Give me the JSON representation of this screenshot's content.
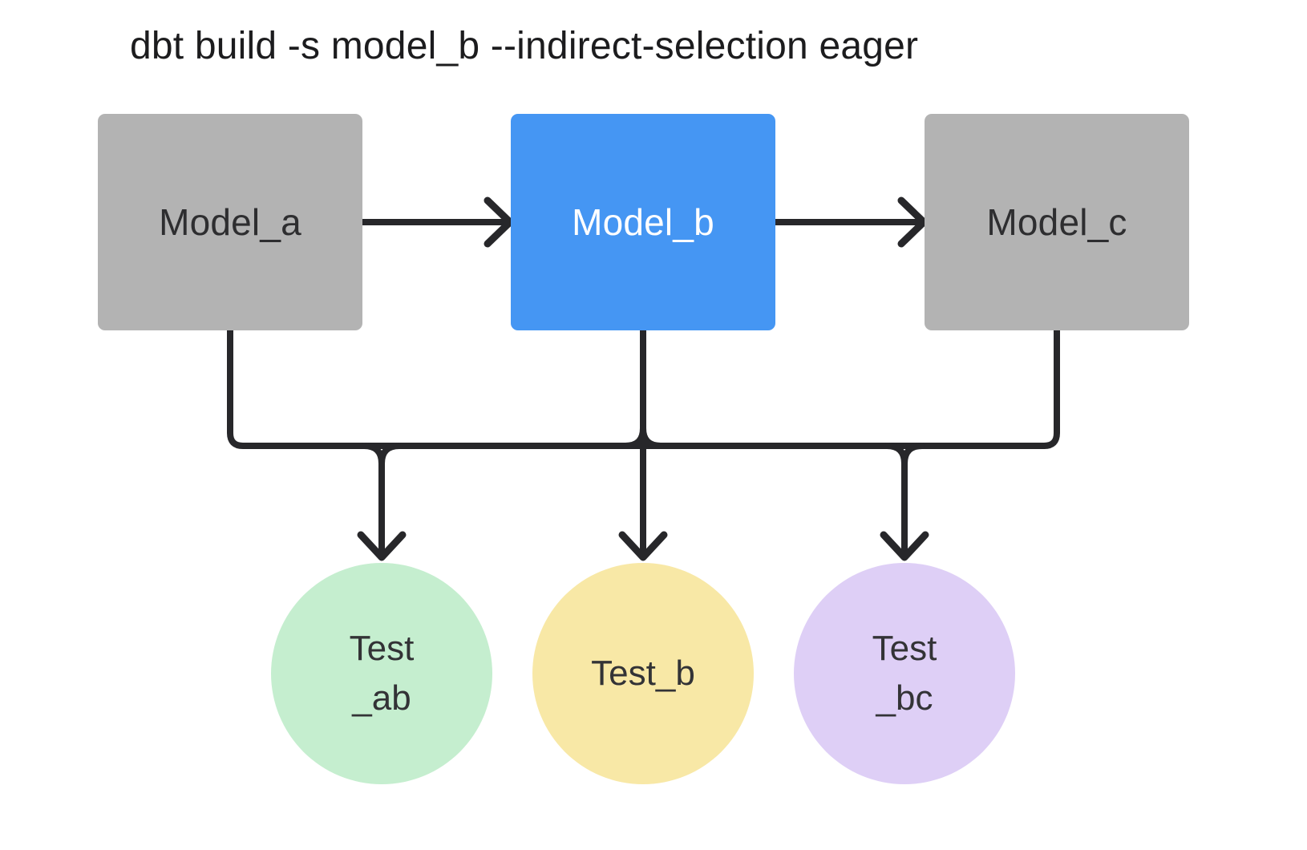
{
  "title": "dbt build -s model_b --indirect-selection eager",
  "colors": {
    "bg": "#ffffff",
    "title_text": "#1c1c1e",
    "line": "#27272a",
    "model_gray": "#b3b3b3",
    "model_gray_text": "#2e2e30",
    "model_blue": "#4596f3",
    "model_blue_text": "#ffffff",
    "test_green": "#c5eecf",
    "test_yellow": "#f8e8a6",
    "test_purple": "#decff6",
    "test_text": "#333336"
  },
  "models": [
    {
      "id": "model-a",
      "label": "Model_a",
      "variant": "gray"
    },
    {
      "id": "model-b",
      "label": "Model_b",
      "variant": "blue"
    },
    {
      "id": "model-c",
      "label": "Model_c",
      "variant": "gray"
    }
  ],
  "tests": [
    {
      "id": "test-ab",
      "lines": [
        "Test",
        "_ab"
      ],
      "variant": "green"
    },
    {
      "id": "test-b",
      "lines": [
        "Test_b"
      ],
      "variant": "yellow"
    },
    {
      "id": "test-bc",
      "lines": [
        "Test",
        "_bc"
      ],
      "variant": "purple"
    }
  ],
  "edges": [
    {
      "from": "model_a",
      "to": "model_b"
    },
    {
      "from": "model_b",
      "to": "model_c"
    },
    {
      "from": "model_a",
      "to": "test_ab"
    },
    {
      "from": "model_b",
      "to": "test_ab"
    },
    {
      "from": "model_b",
      "to": "test_b"
    },
    {
      "from": "model_b",
      "to": "test_bc"
    },
    {
      "from": "model_c",
      "to": "test_bc"
    }
  ]
}
